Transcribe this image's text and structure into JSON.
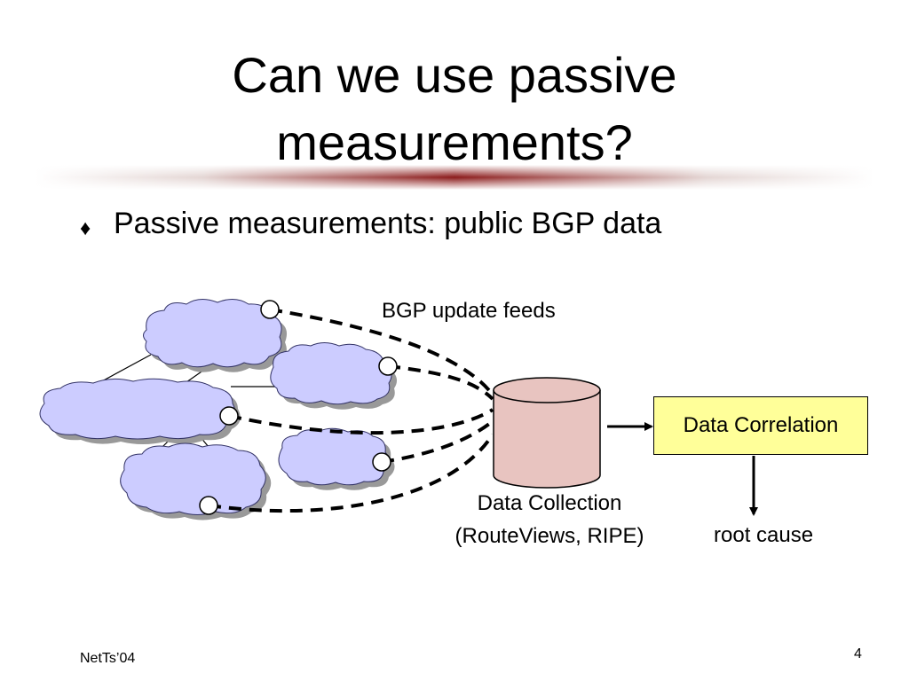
{
  "slide": {
    "title_line_1": "Can we use passive",
    "title_line_2": "measurements?",
    "bullet_glyph": "♦",
    "bullet_text": "Passive measurements: public BGP data",
    "footer_left": "NetTs’04",
    "page_number": "4"
  },
  "diagram": {
    "feeds_label": "BGP update feeds",
    "collection_label_line_1": "Data Collection",
    "collection_label_line_2": "(RouteViews, RIPE)",
    "correlation_label": "Data Correlation",
    "root_cause_label": "root cause",
    "colors": {
      "cloud_fill": "#ccccff",
      "cloud_shadow": "#999999",
      "cylinder_fill": "#e8c4c0",
      "box_fill": "#ffff99",
      "divider_accent": "#8b1a1a"
    }
  }
}
